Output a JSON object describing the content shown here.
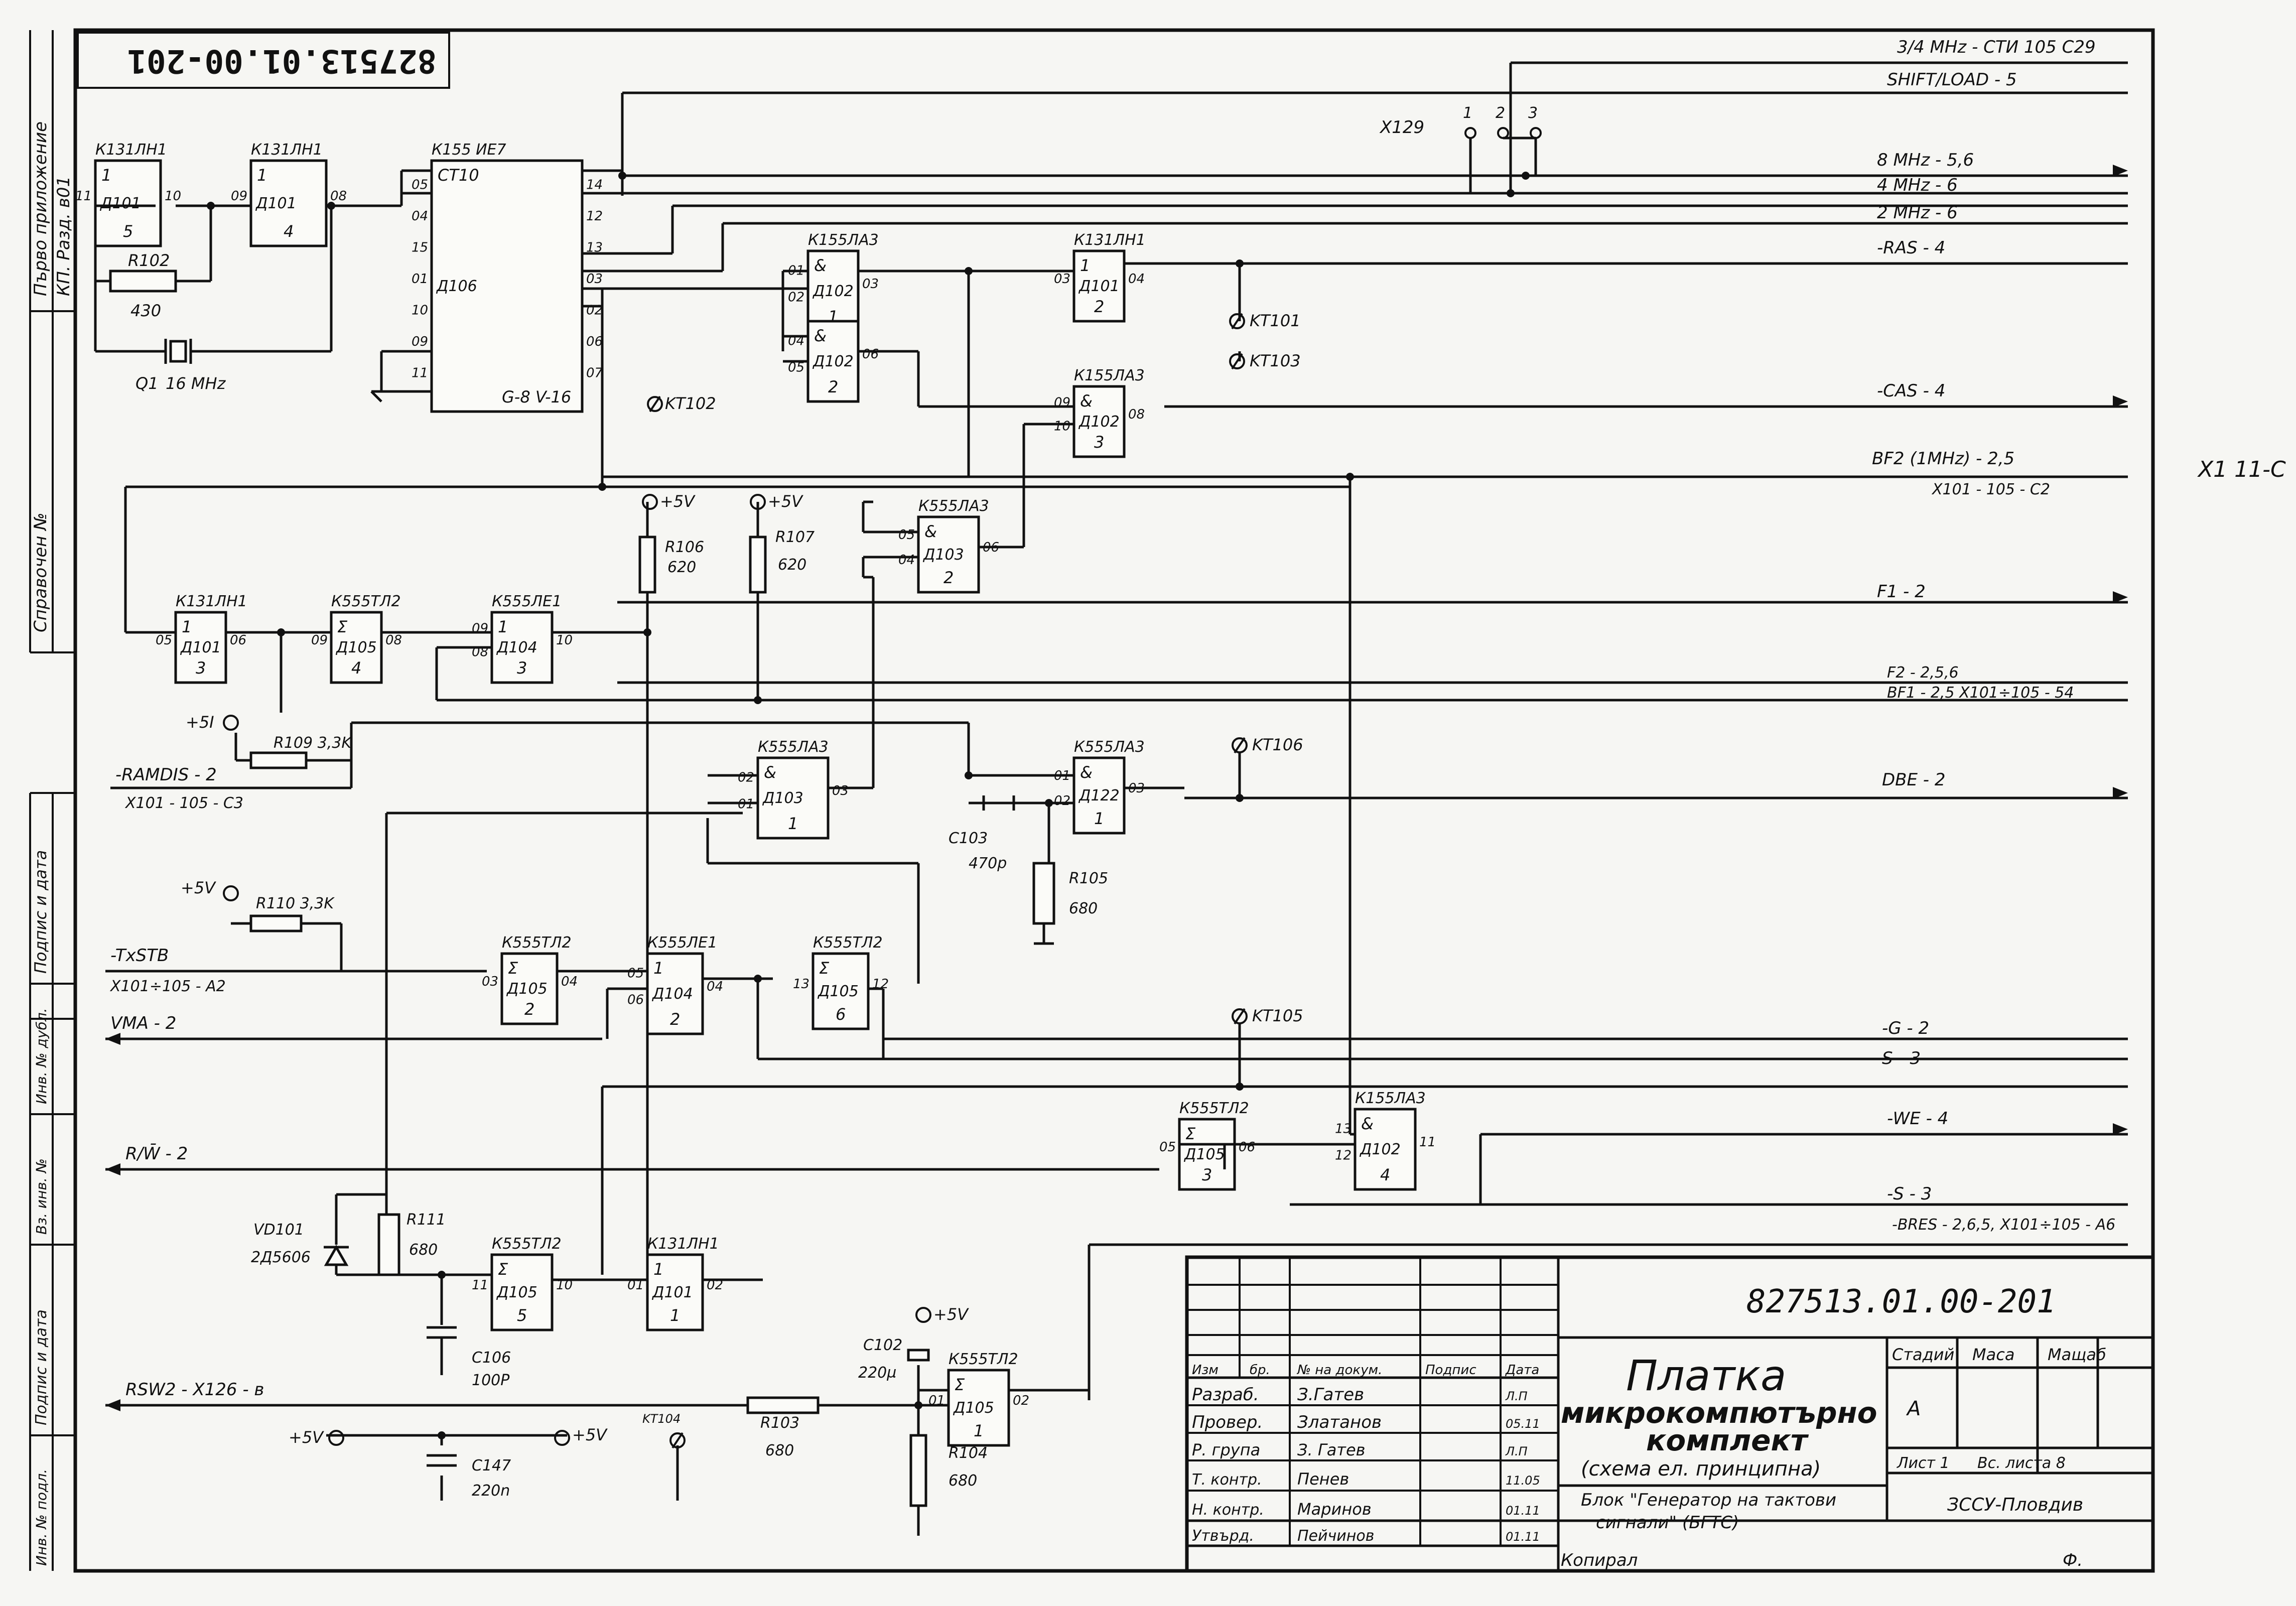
{
  "drawing_number": "827513.01.00-201",
  "drawing_number_top": "827513.01.00-201",
  "left_margin": {
    "first_use": "Първо приложение",
    "kp_code": "КП. Разд. в01",
    "ref_no": "Справочен №",
    "sign_date_1": "Подпис и дата",
    "inv_no_dup": "Инв. № дубл.",
    "replaces_inv": "Вз. инв. №",
    "sign_date_2": "Подпис и дата",
    "inv_no_orig": "Инв. № подл."
  },
  "chips": [
    {
      "id": "u1",
      "type": "К131ЛН1",
      "sym": "1",
      "ref": "Д101",
      "num": "5",
      "pins": [
        "11",
        "10"
      ]
    },
    {
      "id": "u2",
      "type": "К131ЛН1",
      "sym": "1",
      "ref": "Д101",
      "num": "4",
      "pins": [
        "09",
        "08"
      ]
    },
    {
      "id": "u3",
      "type": "К155 ИЕ7",
      "sym": "СТ10",
      "ref": "Д106",
      "num": "G-8 V-16",
      "pins": [
        "05",
        "04",
        "15",
        "01",
        "10",
        "09",
        "11",
        "14",
        "12",
        "13",
        "03",
        "02",
        "06",
        "07"
      ]
    },
    {
      "id": "u4",
      "type": "К155ЛА3",
      "sym": "&",
      "ref": "Д102",
      "num": "1",
      "pins": [
        "01",
        "02",
        "03"
      ]
    },
    {
      "id": "u5",
      "type": "",
      "sym": "&",
      "ref": "Д102",
      "num": "2",
      "pins": [
        "04",
        "05",
        "06"
      ]
    },
    {
      "id": "u6",
      "type": "К131ЛН1",
      "sym": "1",
      "ref": "Д101",
      "num": "2",
      "pins": [
        "03",
        "04"
      ]
    },
    {
      "id": "u7",
      "type": "К155ЛА3",
      "sym": "&",
      "ref": "Д102",
      "num": "3",
      "pins": [
        "09",
        "10",
        "08"
      ]
    },
    {
      "id": "u8",
      "type": "К555ЛА3",
      "sym": "&",
      "ref": "Д103",
      "num": "2",
      "pins": [
        "05",
        "04",
        "06"
      ]
    },
    {
      "id": "u9",
      "type": "К131ЛН1",
      "sym": "1",
      "ref": "Д101",
      "num": "3",
      "pins": [
        "05",
        "06"
      ]
    },
    {
      "id": "u10",
      "type": "К555ТЛ2",
      "sym": "Ʃ",
      "ref": "Д105",
      "num": "4",
      "pins": [
        "09",
        "08"
      ]
    },
    {
      "id": "u11",
      "type": "К555ЛЕ1",
      "sym": "1",
      "ref": "Д104",
      "num": "3",
      "pins": [
        "09",
        "08",
        "10"
      ]
    },
    {
      "id": "u12",
      "type": "К555ЛА3",
      "sym": "&",
      "ref": "Д103",
      "num": "1",
      "pins": [
        "02",
        "01",
        "03"
      ]
    },
    {
      "id": "u13",
      "type": "К555ЛА3",
      "sym": "&",
      "ref": "Д122",
      "num": "1",
      "pins": [
        "01",
        "02",
        "03"
      ]
    },
    {
      "id": "u14",
      "type": "К555ТЛ2",
      "sym": "Ʃ",
      "ref": "Д105",
      "num": "2",
      "pins": [
        "03",
        "04"
      ]
    },
    {
      "id": "u15",
      "type": "К555ЛЕ1",
      "sym": "1",
      "ref": "Д104",
      "num": "2",
      "pins": [
        "05",
        "06",
        "04"
      ]
    },
    {
      "id": "u16",
      "type": "К555ТЛ2",
      "sym": "Ʃ",
      "ref": "Д105",
      "num": "6",
      "pins": [
        "13",
        "12"
      ]
    },
    {
      "id": "u17",
      "type": "К555ТЛ2",
      "sym": "Ʃ",
      "ref": "Д105",
      "num": "3",
      "pins": [
        "05",
        "06"
      ]
    },
    {
      "id": "u18",
      "type": "К155ЛА3",
      "sym": "&",
      "ref": "Д102",
      "num": "4",
      "pins": [
        "13",
        "12",
        "11"
      ]
    },
    {
      "id": "u19",
      "type": "К555ТЛ2",
      "sym": "Ʃ",
      "ref": "Д105",
      "num": "5",
      "pins": [
        "11",
        "10"
      ]
    },
    {
      "id": "u20",
      "type": "К131ЛН1",
      "sym": "1",
      "ref": "Д101",
      "num": "1",
      "pins": [
        "01",
        "02"
      ]
    },
    {
      "id": "u21",
      "type": "К555ТЛ2",
      "sym": "Ʃ",
      "ref": "Д105",
      "num": "1",
      "pins": [
        "01",
        "02"
      ]
    }
  ],
  "components": {
    "r102": "R102",
    "r102_val": "430",
    "crystal": "Q1",
    "crystal_val": "16 MHz",
    "r106": "R106",
    "r106_val": "620",
    "r107": "R107",
    "r107_val": "620",
    "r109": "R109 3,3K",
    "r110": "R110 3,3K",
    "c103": "C103",
    "c103_val": "470p",
    "r105": "R105",
    "r105_val": "680",
    "r111": "R111",
    "r111_val": "680",
    "vd101": "VD101",
    "vd101_val": "2Д5606",
    "c106": "C106",
    "c106_val": "100P",
    "c102": "C102",
    "c102_val": "220µ",
    "r103": "R103",
    "r103_val": "680",
    "r104": "R104",
    "r104_val": "680",
    "c147": "C147",
    "c147_val": "220n"
  },
  "testpoints": [
    "KT101",
    "KT103",
    "KT102",
    "KT106",
    "KT105",
    "KT104"
  ],
  "power": {
    "p5v": "+5V",
    "p51": "+5I"
  },
  "connector": {
    "name": "X129",
    "pins": [
      "1",
      "2",
      "3"
    ]
  },
  "signals_right": [
    "3/4 MHz - СТИ 105 С29",
    "SHIFT/LOAD - 5",
    "8 MHz - 5,6",
    "4 MHz - 6",
    "2 MHz - 6",
    "-RAS - 4",
    "-CAS - 4",
    "BF2 (1MHz) - 2,5",
    "X101 - 105 - C2",
    "F1 - 2",
    "F2 - 2,5,6",
    "BF1 - 2,5  X101÷105 - 54",
    "DBE - 2",
    "-G - 2",
    "S - 3",
    "-WE - 4",
    "-S - 3",
    "-BRES - 2,6,5, X101÷105 - A6"
  ],
  "signals_left": [
    "-RAMDIS - 2",
    "X101 - 105 - C3",
    "-TxSTB",
    "X101÷105 - A2",
    "VMA - 2",
    "R/W̄ - 2",
    "RSW2 - X126 - в"
  ],
  "margin_note_right": "X1 11-С",
  "title_block": {
    "number": "827513.01.00-201",
    "title_line1": "Платка",
    "title_line2": "микрокомпютърно",
    "title_line3": "комплект",
    "title_line4": "(схема ел. принципна)",
    "block_line1": "Блок \"Генератор на тактови",
    "block_line2": "сигнали\" (БГТС)",
    "stage_h": "Стадий",
    "mass_h": "Маса",
    "scale_h": "Мащаб",
    "stage_val": "А",
    "sheet": "Лист 1",
    "sheets": "Вс. листа 8",
    "org": "ЗССУ-Пловдив",
    "copied": "Копирал",
    "format": "Ф.",
    "col_headers": [
      "Изм",
      "бр.",
      "№ на докум.",
      "Подпис",
      "Дата"
    ],
    "roles": [
      {
        "role": "Разраб.",
        "name": "З.Гатев",
        "date": "Л.П"
      },
      {
        "role": "Провер.",
        "name": "Златанов",
        "date": "05.11"
      },
      {
        "role": "Р. група",
        "name": "З. Гатев",
        "date": "Л.П"
      },
      {
        "role": "Т. контр.",
        "name": "Пенев",
        "date": "11.05"
      },
      {
        "role": "Н. контр.",
        "name": "Маринов",
        "date": "01.11"
      },
      {
        "role": "Утвърд.",
        "name": "Пейчинов",
        "date": "01.11"
      }
    ]
  }
}
